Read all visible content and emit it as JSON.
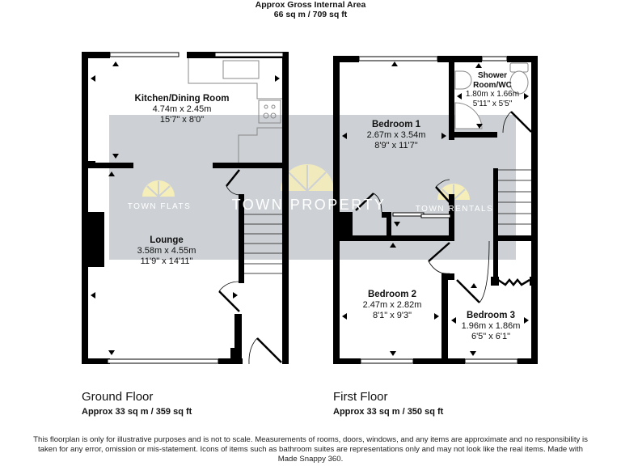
{
  "header": {
    "title": "Approx Gross Internal Area",
    "area": "66 sq m / 709 sq ft"
  },
  "floors": [
    {
      "label": "Ground Floor",
      "area": "Approx 33 sq m / 359 sq ft",
      "rooms": [
        {
          "name": "Kitchen/Dining Room",
          "metric": "4.74m x 2.45m",
          "imperial": "15'7\" x 8'0\""
        },
        {
          "name": "Lounge",
          "metric": "3.58m x 4.55m",
          "imperial": "11'9\" x 14'11\""
        }
      ]
    },
    {
      "label": "First Floor",
      "area": "Approx 33 sq m / 350 sq ft",
      "rooms": [
        {
          "name": "Bedroom 1",
          "metric": "2.67m x 3.54m",
          "imperial": "8'9\" x 11'7\""
        },
        {
          "name_line1": "Shower",
          "name_line2": "Room/WC",
          "metric": "1.80m x 1.66m",
          "imperial": "5'11\" x 5'5\""
        },
        {
          "name": "Bedroom 2",
          "metric": "2.47m x 2.82m",
          "imperial": "8'1\" x 9'3\""
        },
        {
          "name": "Bedroom 3",
          "metric": "1.96m x 1.86m",
          "imperial": "6'5\" x 6'1\""
        }
      ]
    }
  ],
  "watermark": {
    "left": "TOWN FLATS",
    "center": "TOWN PROPERTY",
    "right": "TOWN RENTALS",
    "band_color": "#cdd1d5",
    "logo_color": "#f5ecb0"
  },
  "disclaimer": "This floorplan is only for illustrative purposes and is not to scale. Measurements of rooms, doors, windows, and any items are approximate and no responsibility is taken for any error, omission or mis-statement. Icons of items such as bathroom suites are representations only and may not look like the real items. Made with Made Snappy 360."
}
